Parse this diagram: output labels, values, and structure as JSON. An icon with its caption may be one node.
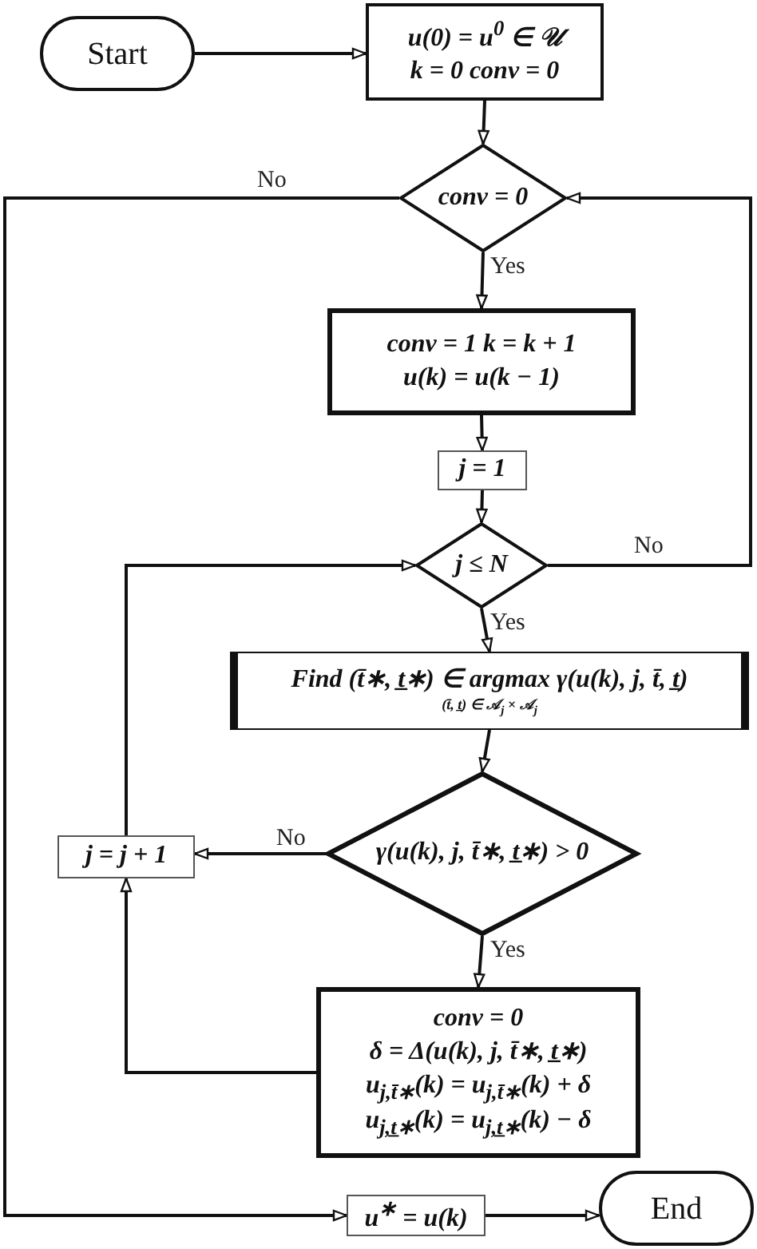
{
  "diagram": {
    "nodes": [
      {
        "text": [
          "Start"
        ]
      },
      {
        "text": [
          "u(0) = u$^{0}$ ∈ 𝒰",
          "k = 0   conv = 0"
        ]
      },
      {
        "text": [
          "conv = 0"
        ]
      },
      {
        "text": [
          "conv = 1   k = k + 1",
          "u(k) = u(k − 1)"
        ]
      },
      {
        "text": [
          "j = 1"
        ]
      },
      {
        "text": [
          "j ≤ N"
        ]
      },
      {
        "text": [
          "Find (t̄∗, t̲∗) ∈ argmax γ(u(k), j, t̄, t̲)",
          "(t̄, t̲) ∈ 𝒜$_{j}$ × 𝒜$_{j}$"
        ]
      },
      {
        "text": [
          "γ(u(k), j, t̄∗, t̲∗) > 0"
        ]
      },
      {
        "text": [
          "j = j + 1"
        ]
      },
      {
        "text": [
          "conv = 0",
          "δ = Δ(u(k), j, t̄∗, t̲∗)",
          "u$_{j,t̄∗}$(k) = u$_{j,t̄∗}$(k) + δ",
          "u$_{j,t̲∗}$(k) = u$_{j,t̲∗}$(k) − δ"
        ]
      },
      {
        "text": [
          "u$^{∗}$ = u(k)"
        ]
      },
      {
        "text": [
          "End"
        ]
      }
    ],
    "edges": [
      {
        "from": 0,
        "to": 1,
        "arrow": "to"
      },
      {
        "from": 1,
        "to": 2,
        "arrow": "to"
      },
      {
        "from": 2,
        "to": 3,
        "arrow": "to",
        "label": "Yes"
      },
      {
        "from": 2,
        "to": 10,
        "arrow": "to",
        "label": "No"
      },
      {
        "from": 3,
        "to": 4,
        "arrow": "to"
      },
      {
        "from": 4,
        "to": 5,
        "arrow": "to"
      },
      {
        "from": 5,
        "to": 6,
        "arrow": "to",
        "label": "Yes"
      },
      {
        "from": 5,
        "to": 2,
        "arrow": "to",
        "label": "No"
      },
      {
        "from": 6,
        "to": 7,
        "arrow": "to"
      },
      {
        "from": 7,
        "to": 8,
        "arrow": "to",
        "label": "No"
      },
      {
        "from": 8,
        "to": 5,
        "arrow": "to"
      },
      {
        "from": 7,
        "to": 9,
        "arrow": "to",
        "label": "Yes"
      },
      {
        "from": 9,
        "to": 8,
        "arrow": "to"
      },
      {
        "from": 10,
        "to": 11,
        "arrow": "to"
      }
    ]
  }
}
